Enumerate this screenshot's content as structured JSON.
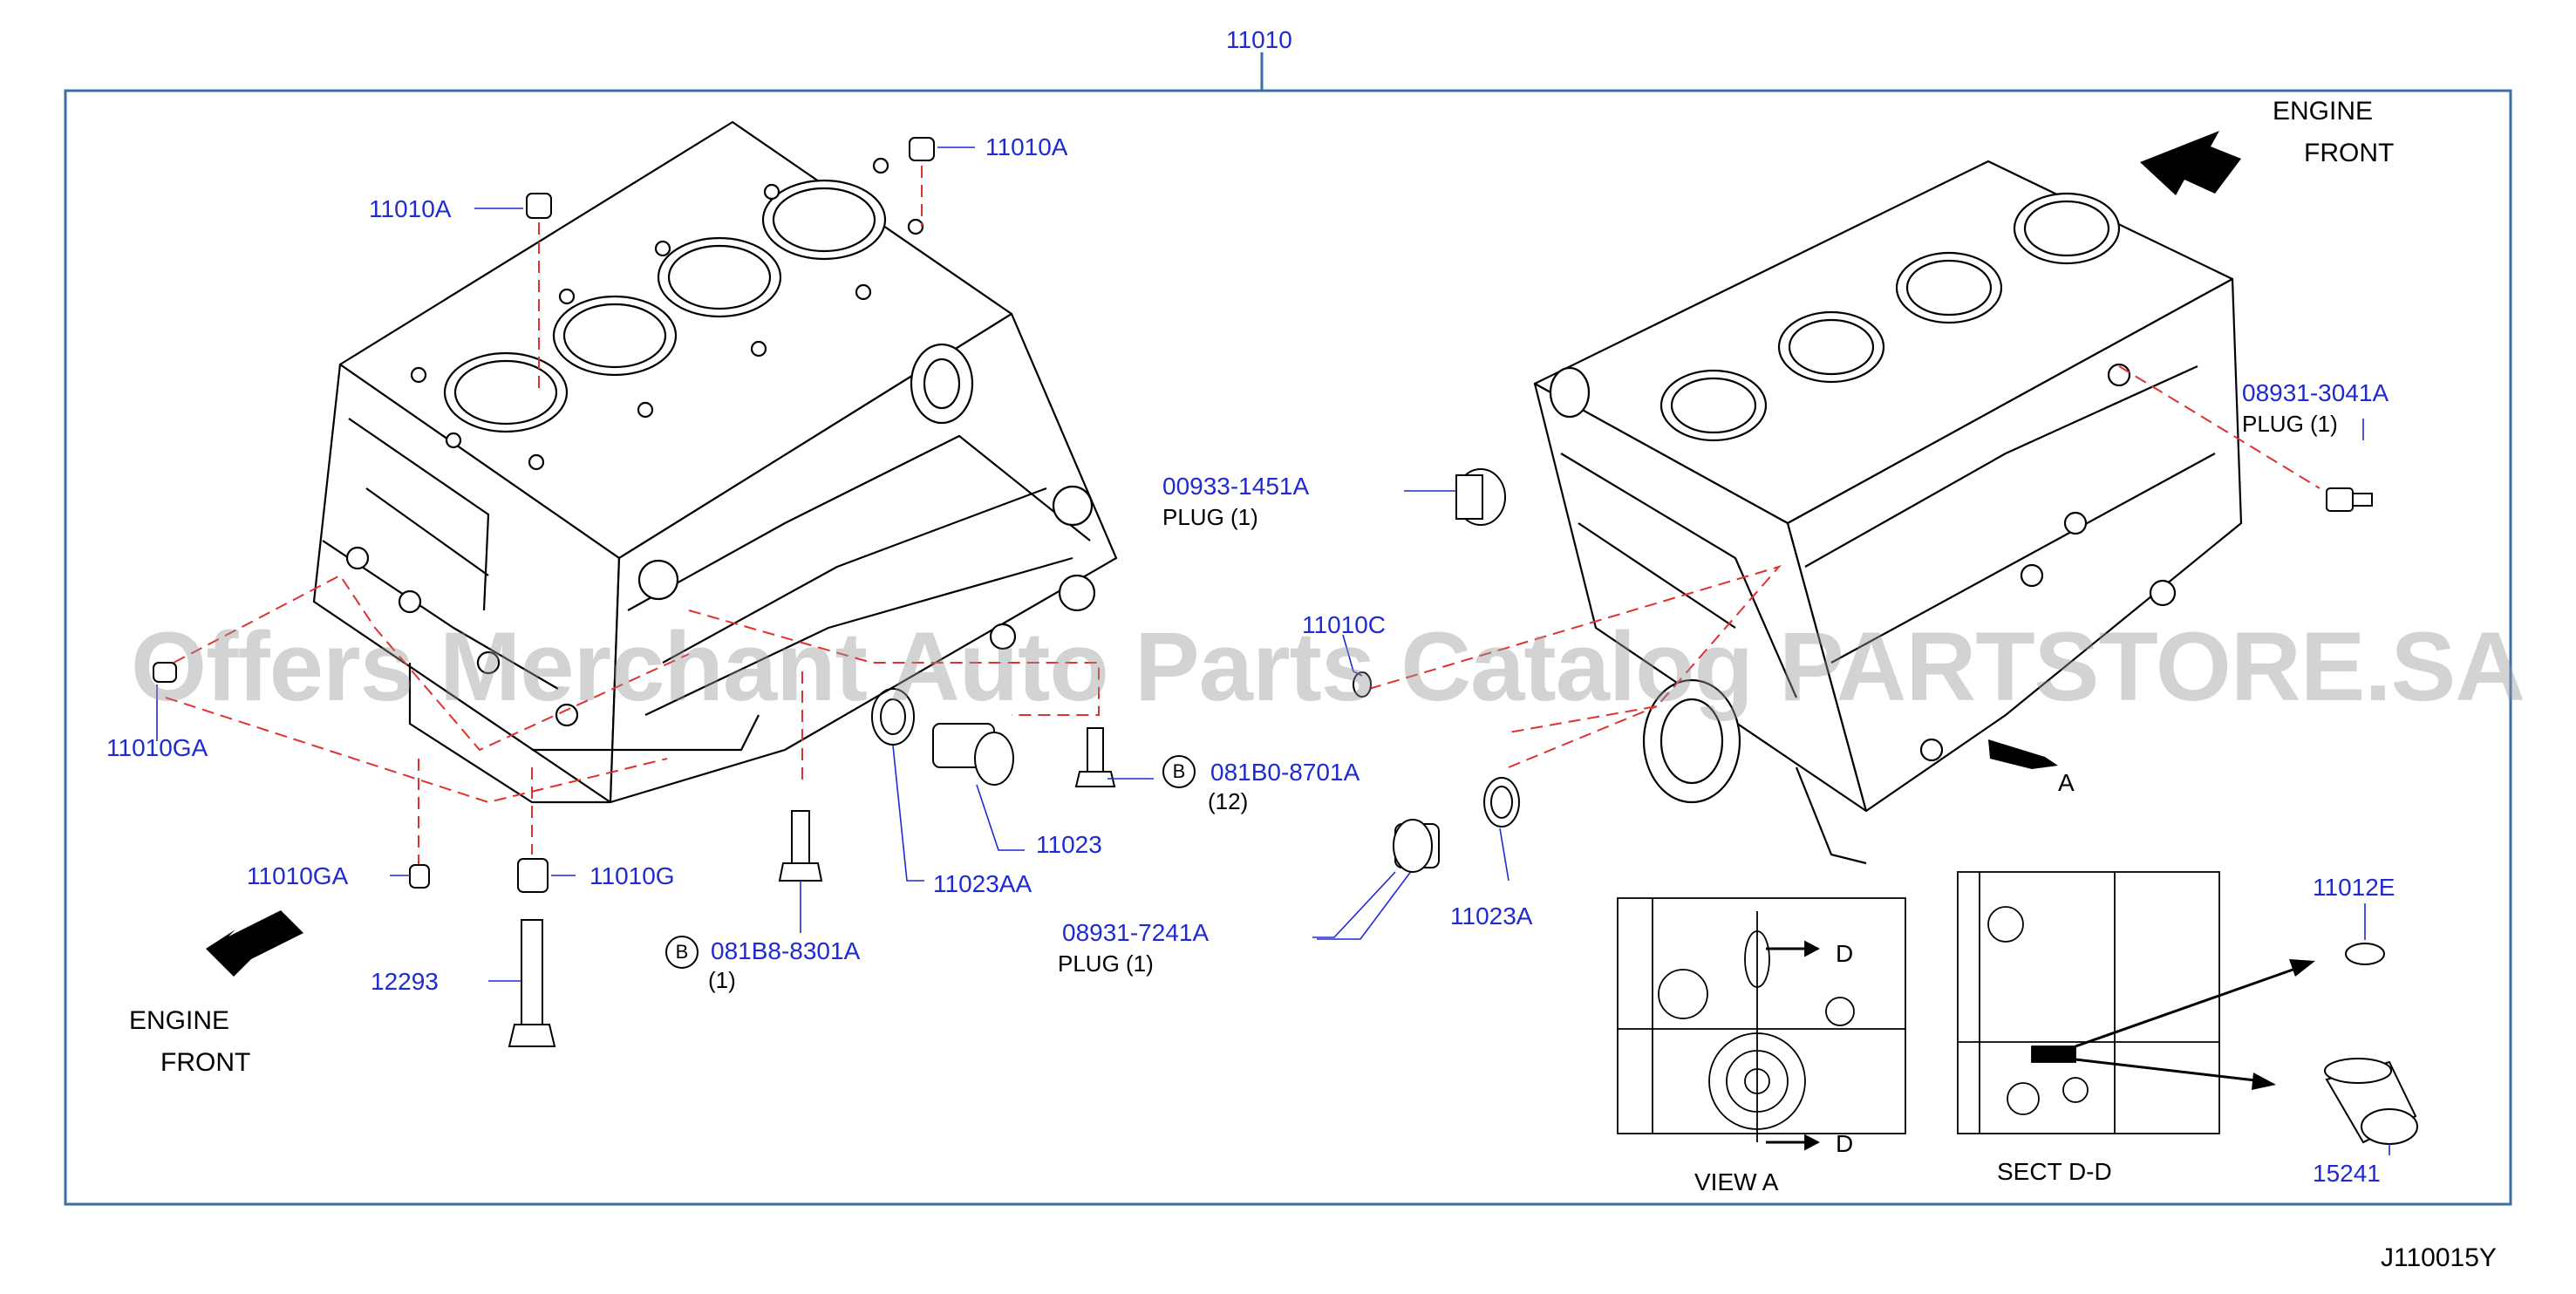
{
  "diagram": {
    "top_part_number": "11010",
    "drawing_code": "J110015Y",
    "watermark": "Offers Merchant Auto Parts Catalog PARTSTORE.SA",
    "left_view": {
      "engine_front_line1": "ENGINE",
      "engine_front_line2": "FRONT",
      "callouts": {
        "p11010a_top": "11010A",
        "p11010a_left": "11010A",
        "p11010ga_left": "11010GA",
        "p11010ga_bottom": "11010GA",
        "p11010g": "11010G",
        "p12293": "12293",
        "p00933": "00933-1451A",
        "p11023": "11023",
        "p11023aa": "11023AA",
        "p081b0": "081B0-8701A",
        "p081b8": "081B8-8301A",
        "p08931_7241": "08931-7241A"
      },
      "notes": {
        "plug_00933": "PLUG   (1)",
        "qty_081b0": "(12)",
        "qty_081b8": "(1)",
        "plug_08931_7241": "PLUG   (1)"
      },
      "circle_b1": "B",
      "circle_b2": "B"
    },
    "right_view": {
      "engine_front_line1": "ENGINE",
      "engine_front_line2": "FRONT",
      "callouts": {
        "p08931_3041": "08931-3041A",
        "p11010c": "11010C",
        "p11023a": "11023A",
        "p11012e": "11012E",
        "p15241": "15241"
      },
      "notes": {
        "plug_08931_3041": "PLUG   (1)",
        "arrow_a": "A",
        "section_d_top": "D",
        "section_d_bottom": "D"
      },
      "view_a_label": "VIEW   A",
      "sect_label": "SECT   D-D"
    },
    "colors": {
      "callout_text": "#1f2bd0",
      "frame": "#3a6ea5",
      "leader": "#1f2bd0",
      "dashed_red": "#e03030",
      "line_art": "#000000"
    }
  }
}
